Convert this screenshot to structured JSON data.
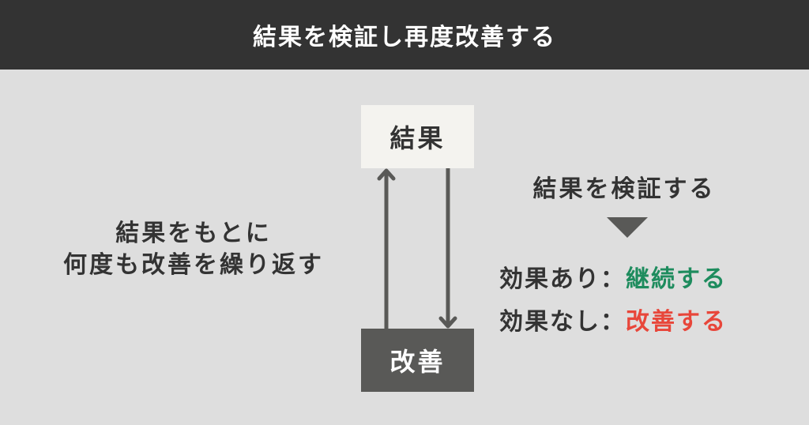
{
  "header": {
    "title": "結果を検証し再度改善する"
  },
  "diagram": {
    "top_box": "結果",
    "bottom_box": "改善",
    "left_caption": {
      "line1": "結果をもとに",
      "line2": "何度も改善を繰り返す"
    }
  },
  "evaluation": {
    "heading": "結果を検証する",
    "outcomes": [
      {
        "label": "効果あり：",
        "action": "継続する",
        "color": "#1e8c5e"
      },
      {
        "label": "効果なし：",
        "action": "改善する",
        "color": "#e8463a"
      }
    ]
  },
  "colors": {
    "header_bg": "#333333",
    "canvas_bg": "#dedede",
    "top_box_bg": "#f4f3ef",
    "bottom_box_bg": "#595957",
    "arrow": "#595957",
    "green": "#1e8c5e",
    "red": "#e8463a"
  }
}
